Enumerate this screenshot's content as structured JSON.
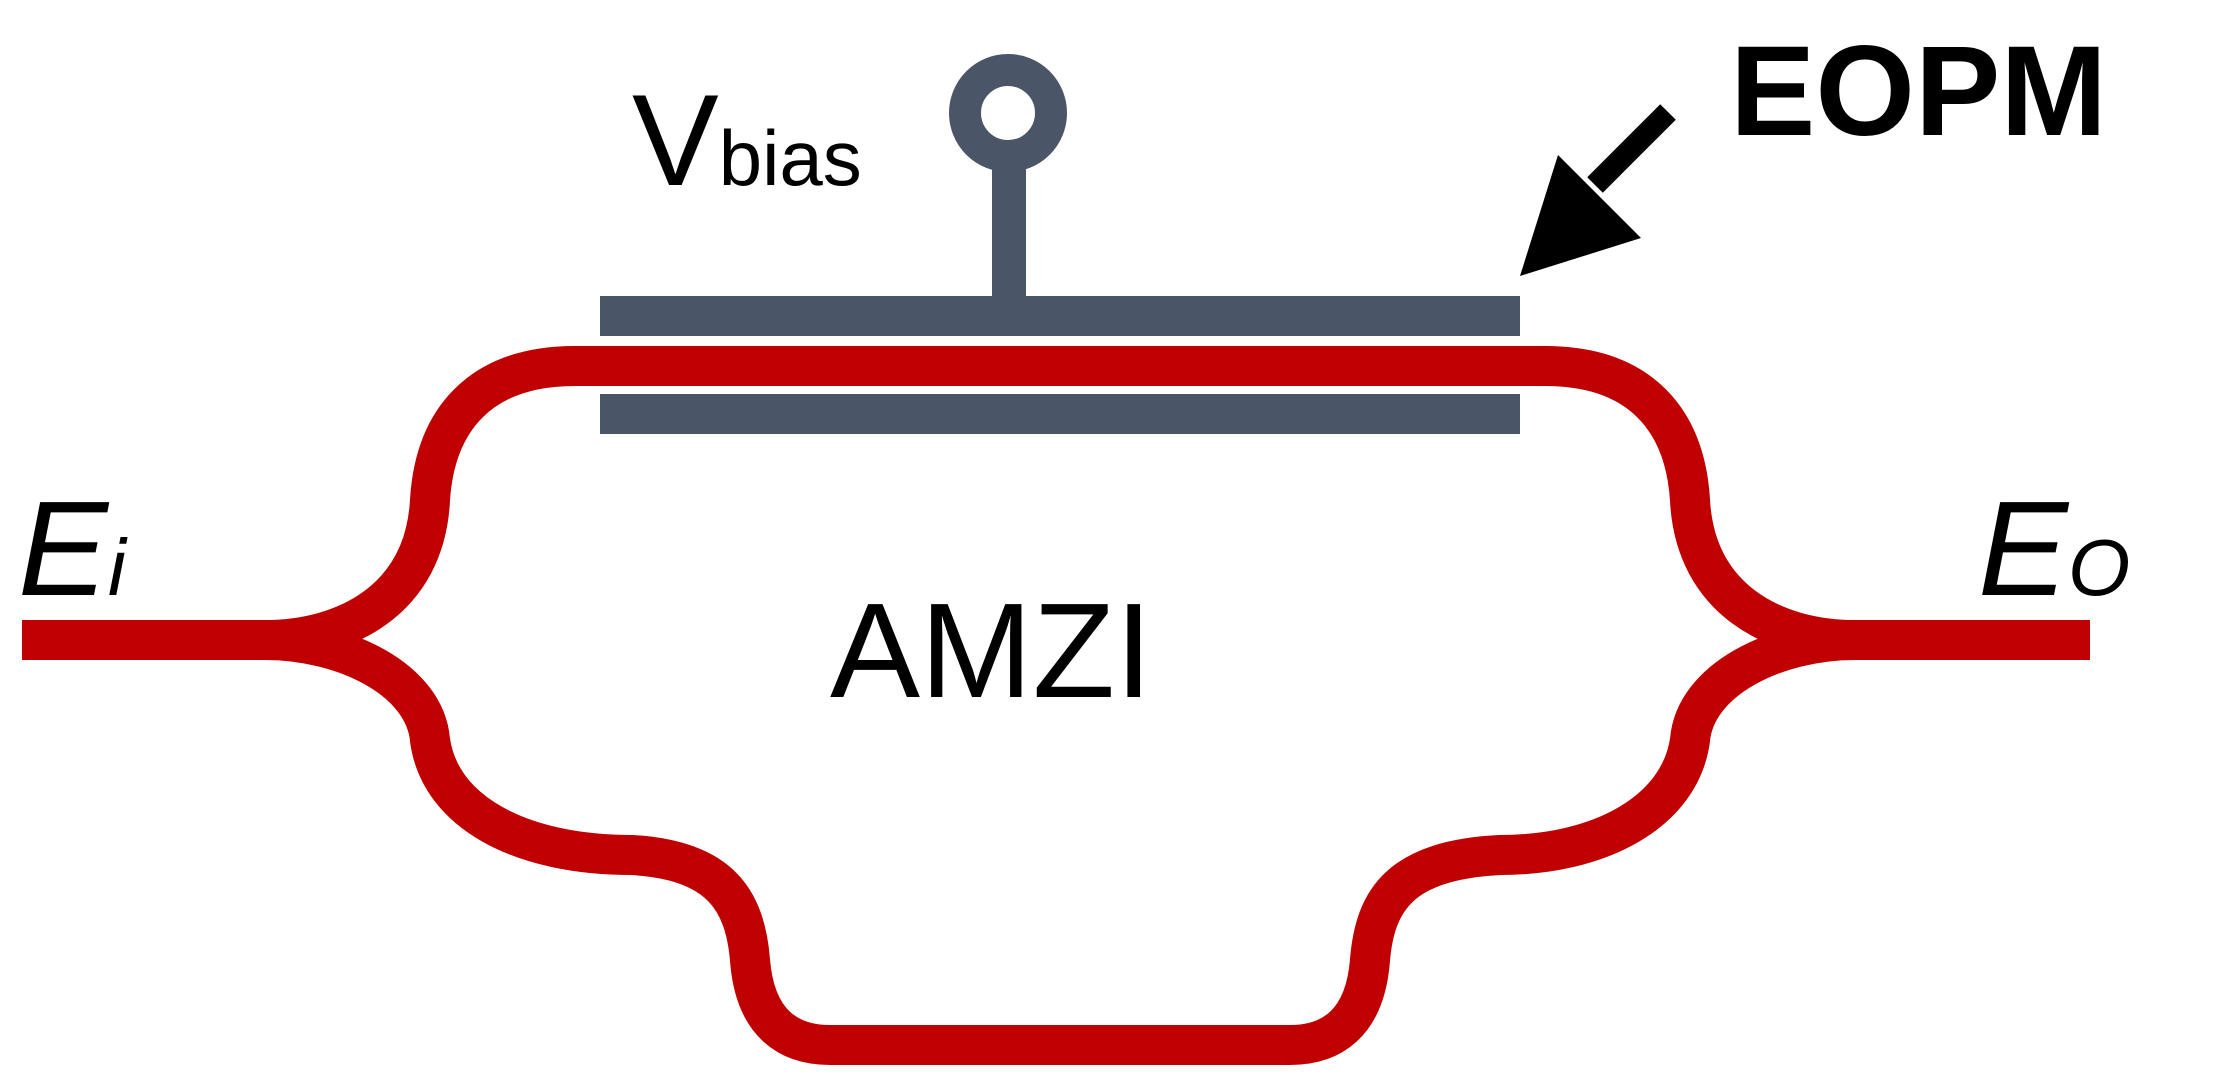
{
  "labels": {
    "input_main": "E",
    "input_sub": "i",
    "output_main": "E",
    "output_sub": "O",
    "bias_main": "V",
    "bias_sub": "bias",
    "modulator": "EOPM",
    "interferometer": "AMZI"
  },
  "colors": {
    "waveguide": "#c00000",
    "electrode": "#4a5568",
    "text": "#000000",
    "background": "#ffffff"
  }
}
